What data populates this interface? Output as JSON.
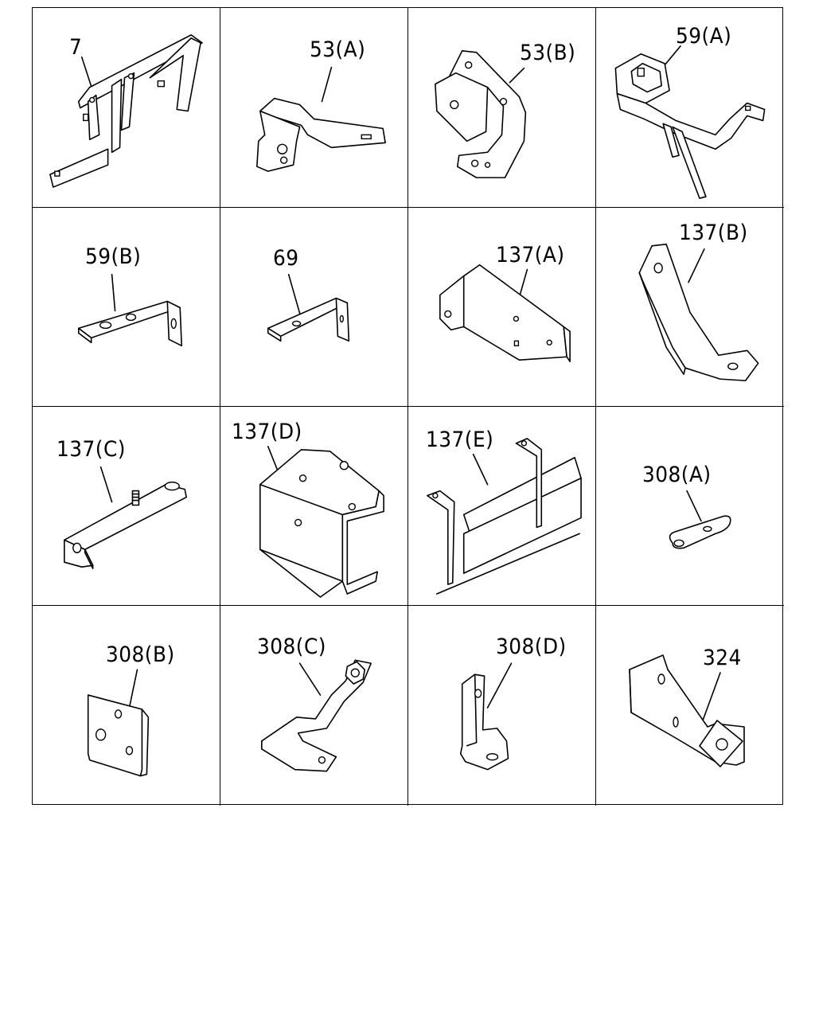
{
  "parts": [
    {
      "id": "p7",
      "label": "7"
    },
    {
      "id": "p53a",
      "label": "53(A)"
    },
    {
      "id": "p53b",
      "label": "53(B)"
    },
    {
      "id": "p59a",
      "label": "59(A)"
    },
    {
      "id": "p59b",
      "label": "59(B)"
    },
    {
      "id": "p69",
      "label": "69"
    },
    {
      "id": "p137a",
      "label": "137(A)"
    },
    {
      "id": "p137b",
      "label": "137(B)"
    },
    {
      "id": "p137c",
      "label": "137(C)"
    },
    {
      "id": "p137d",
      "label": "137(D)"
    },
    {
      "id": "p137e",
      "label": "137(E)"
    },
    {
      "id": "p308a",
      "label": "308(A)"
    },
    {
      "id": "p308b",
      "label": "308(B)"
    },
    {
      "id": "p308c",
      "label": "308(C)"
    },
    {
      "id": "p308d",
      "label": "308(D)"
    },
    {
      "id": "p324",
      "label": "324"
    }
  ]
}
